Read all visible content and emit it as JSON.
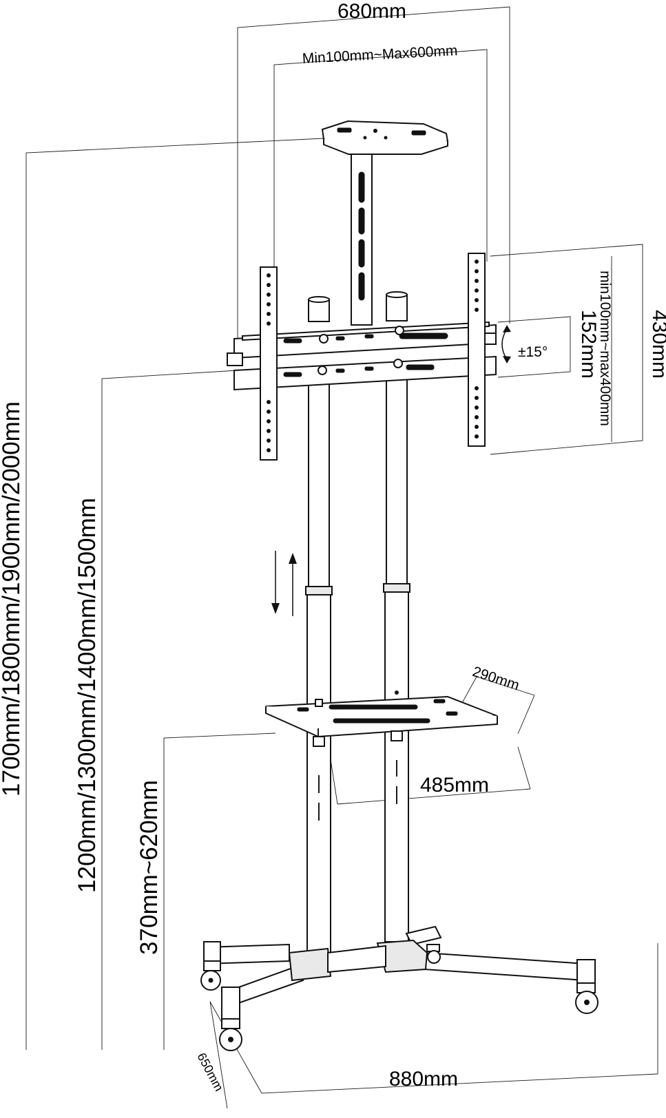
{
  "dimensions": {
    "top_width": "680mm",
    "vesa_width": "Min100mm~Max600mm",
    "vesa_height": "min100mm~max400mm",
    "bracket_height": "430mm",
    "tilt_offset": "152mm",
    "tilt_angle": "±15°",
    "total_height": "1700mm/1800mm/1900mm/2000mm",
    "mount_height": "1200mm/1300mm/1400mm/1500mm",
    "shelf_height": "370mm~620mm",
    "shelf_depth": "290mm",
    "shelf_width": "485mm",
    "base_width": "880mm",
    "base_depth": "650mm"
  },
  "colors": {
    "line": "#1a1a1a",
    "fill": "#ffffff",
    "accent_fill": "#e9e9e9"
  },
  "icons": [
    "height-adjust-arrows-icon",
    "tilt-arc-icon",
    "caster-wheel-icon"
  ]
}
